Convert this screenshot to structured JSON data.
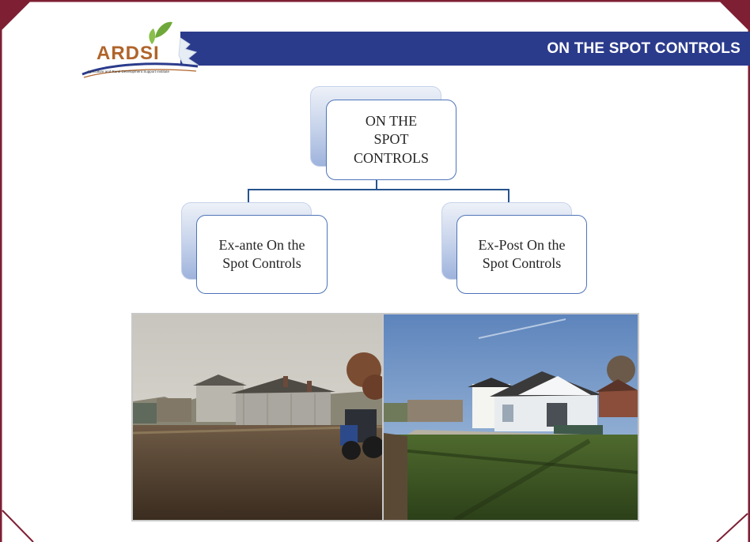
{
  "header": {
    "title": "ON THE SPOT CONTROLS",
    "band_color": "#2b3b8c"
  },
  "logo": {
    "text": "ARDSI",
    "tagline": "Agriculture and Rural Development Support Institute",
    "leaf_color": "#6fa83a"
  },
  "diagram": {
    "root": {
      "label": "ON THE SPOT CONTROLS"
    },
    "children": [
      {
        "label": "Ex-ante On the Spot Controls"
      },
      {
        "label": "Ex-Post On the Spot Controls"
      }
    ],
    "colors": {
      "node_border": "#4e74b8",
      "connector": "#27538c",
      "node_shadow": "#9eb3dc"
    }
  },
  "photos": [
    {
      "name": "before",
      "subject": "weathered wooden outbuildings on bare earth"
    },
    {
      "name": "after",
      "subject": "new white building with lawn"
    }
  ],
  "frame": {
    "background": "#7e1f34",
    "slide": "#ffffff"
  }
}
